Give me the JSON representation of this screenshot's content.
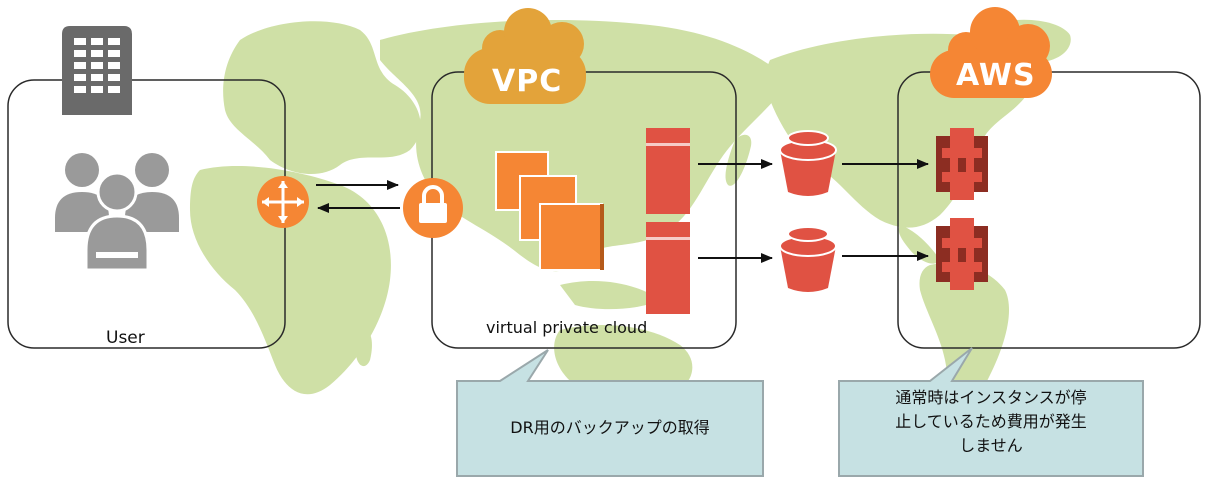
{
  "diagram": {
    "user_label": "User",
    "vpc_badge": "VPC",
    "vpc_label": "virtual private cloud",
    "aws_badge": "AWS",
    "callout_left": "DR用のバックアップの取得",
    "callout_right": [
      "通常時はインスタンスが停",
      "止しているため費用が発生",
      "しません"
    ]
  },
  "colors": {
    "map": "#cfe0a6",
    "aws_orange": "#f58634",
    "aws_red": "#e05243",
    "vpc_cloud": "#e3a33a",
    "callout_fill": "#c6e1e3",
    "callout_border": "#9aa8ab",
    "server_gray": "#6a6a6a",
    "user_gray": "#9a9a9a"
  }
}
